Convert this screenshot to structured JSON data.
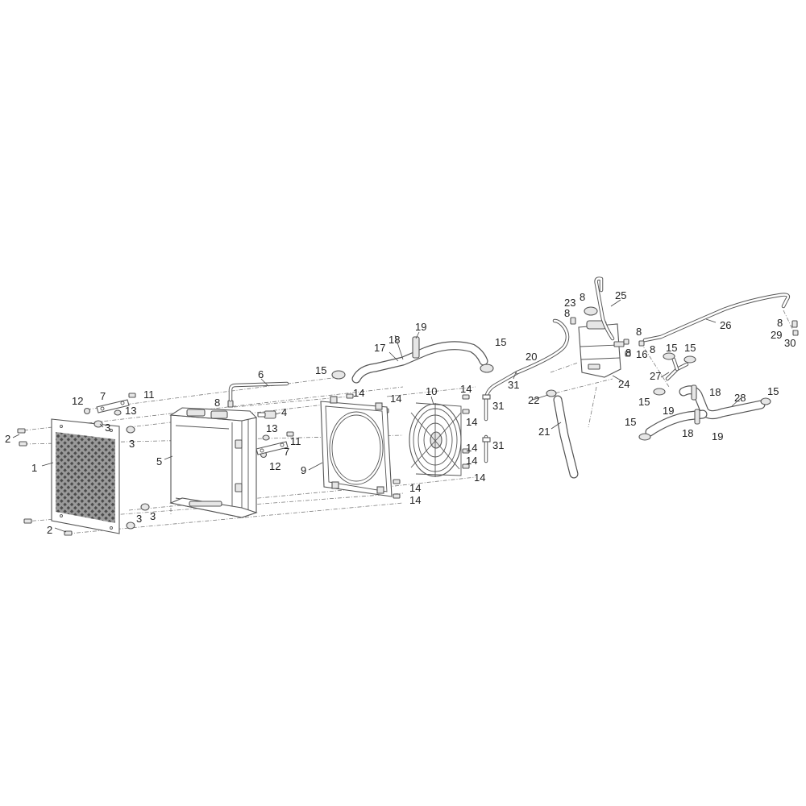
{
  "callouts": [
    {
      "id": "c1",
      "text": "1"
    },
    {
      "id": "c2a",
      "text": "2"
    },
    {
      "id": "c2b",
      "text": "2"
    },
    {
      "id": "c3a",
      "text": "3"
    },
    {
      "id": "c3b",
      "text": "3"
    },
    {
      "id": "c3c",
      "text": "3"
    },
    {
      "id": "c3d",
      "text": "3"
    },
    {
      "id": "c4",
      "text": "4"
    },
    {
      "id": "c5",
      "text": "5"
    },
    {
      "id": "c6",
      "text": "6"
    },
    {
      "id": "c7a",
      "text": "7"
    },
    {
      "id": "c7b",
      "text": "7"
    },
    {
      "id": "c8a",
      "text": "8"
    },
    {
      "id": "c8b",
      "text": "8"
    },
    {
      "id": "c8c",
      "text": "8"
    },
    {
      "id": "c8d",
      "text": "8"
    },
    {
      "id": "c8e",
      "text": "8"
    },
    {
      "id": "c8f",
      "text": "8"
    },
    {
      "id": "c8g",
      "text": "8"
    },
    {
      "id": "c9",
      "text": "9"
    },
    {
      "id": "c10",
      "text": "10"
    },
    {
      "id": "c11a",
      "text": "11"
    },
    {
      "id": "c11b",
      "text": "11"
    },
    {
      "id": "c12a",
      "text": "12"
    },
    {
      "id": "c12b",
      "text": "12"
    },
    {
      "id": "c13a",
      "text": "13"
    },
    {
      "id": "c13b",
      "text": "13"
    },
    {
      "id": "c14a",
      "text": "14"
    },
    {
      "id": "c14b",
      "text": "14"
    },
    {
      "id": "c14c",
      "text": "14"
    },
    {
      "id": "c14d",
      "text": "14"
    },
    {
      "id": "c14e",
      "text": "14"
    },
    {
      "id": "c14f",
      "text": "14"
    },
    {
      "id": "c14g",
      "text": "14"
    },
    {
      "id": "c14h",
      "text": "14"
    },
    {
      "id": "c14i",
      "text": "14"
    },
    {
      "id": "c15a",
      "text": "15"
    },
    {
      "id": "c15b",
      "text": "15"
    },
    {
      "id": "c15c",
      "text": "15"
    },
    {
      "id": "c15d",
      "text": "15"
    },
    {
      "id": "c15e",
      "text": "15"
    },
    {
      "id": "c15f",
      "text": "15"
    },
    {
      "id": "c15g",
      "text": "15"
    },
    {
      "id": "c16",
      "text": "16"
    },
    {
      "id": "c17",
      "text": "17"
    },
    {
      "id": "c18a",
      "text": "18"
    },
    {
      "id": "c18b",
      "text": "18"
    },
    {
      "id": "c18c",
      "text": "18"
    },
    {
      "id": "c19a",
      "text": "19"
    },
    {
      "id": "c19b",
      "text": "19"
    },
    {
      "id": "c19c",
      "text": "19"
    },
    {
      "id": "c20",
      "text": "20"
    },
    {
      "id": "c21",
      "text": "21"
    },
    {
      "id": "c22",
      "text": "22"
    },
    {
      "id": "c23",
      "text": "23"
    },
    {
      "id": "c24",
      "text": "24"
    },
    {
      "id": "c25",
      "text": "25"
    },
    {
      "id": "c26",
      "text": "26"
    },
    {
      "id": "c27",
      "text": "27"
    },
    {
      "id": "c28",
      "text": "28"
    },
    {
      "id": "c29",
      "text": "29"
    },
    {
      "id": "c30",
      "text": "30"
    },
    {
      "id": "c31a",
      "text": "31"
    },
    {
      "id": "c31b",
      "text": "31"
    },
    {
      "id": "c31c",
      "text": "31"
    }
  ]
}
